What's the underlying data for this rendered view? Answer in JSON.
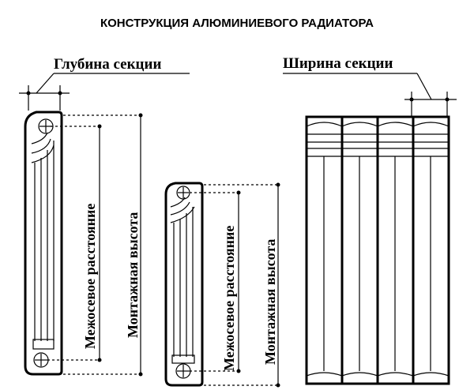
{
  "title": "КОНСТРУКЦИЯ АЛЮМИНИЕВОГО РАДИАТОРА",
  "labels": {
    "depth": "Глубина секции",
    "width": "Ширина секции",
    "axis_distance_1": "Межосевое расстояние",
    "mount_height_1": "Монтажная высота",
    "axis_distance_2": "Межосевое расстояние",
    "mount_height_2": "Монтажная высота"
  }
}
